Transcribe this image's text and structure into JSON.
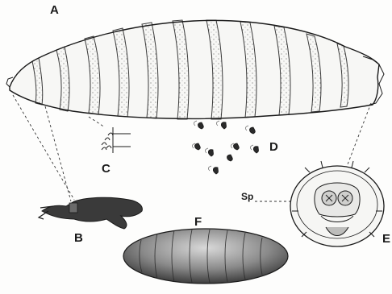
{
  "figure": {
    "labels": {
      "a": "A",
      "b": "B",
      "c": "C",
      "d": "D",
      "e": "E",
      "f": "F",
      "sp": "Sp"
    },
    "colors": {
      "ink": "#1a1a1a",
      "background": "#fdfdfc",
      "dark_fill": "#3a3a3a",
      "puparium_fill": "#8a8a8a"
    }
  }
}
